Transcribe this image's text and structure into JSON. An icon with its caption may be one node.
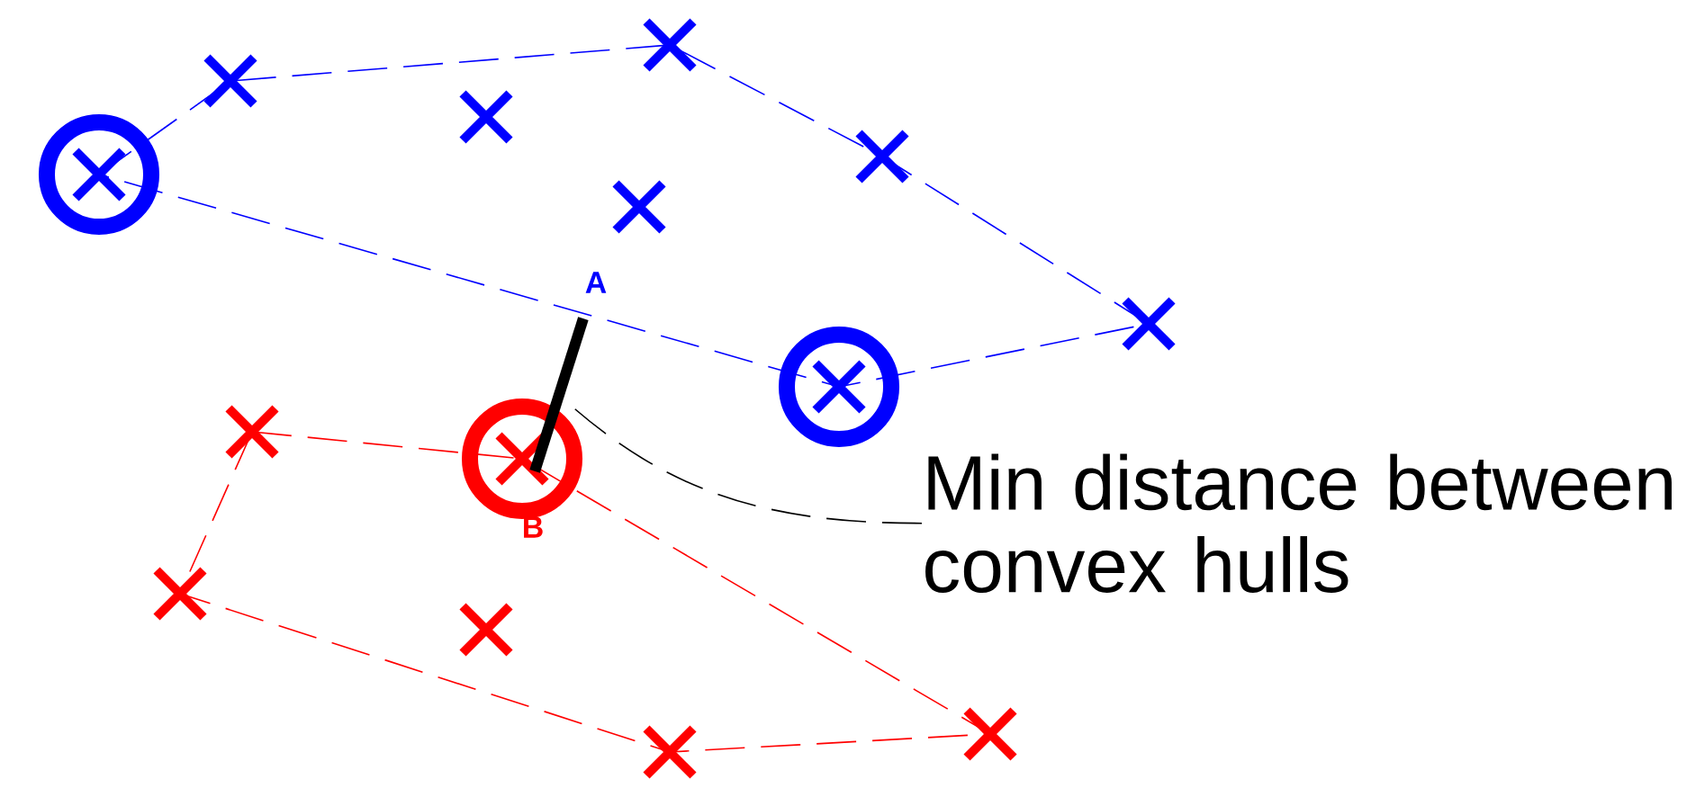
{
  "diagram": {
    "nodes": [
      {
        "text": [
          "Min distance between convex hulls"
        ]
      },
      {
        "text": [],
        "shape": "bar"
      }
    ],
    "edges": [
      {
        "from": 0,
        "to": 1,
        "arrow": "none",
        "style": "dashed"
      }
    ],
    "labels": [
      "A",
      "B"
    ]
  }
}
